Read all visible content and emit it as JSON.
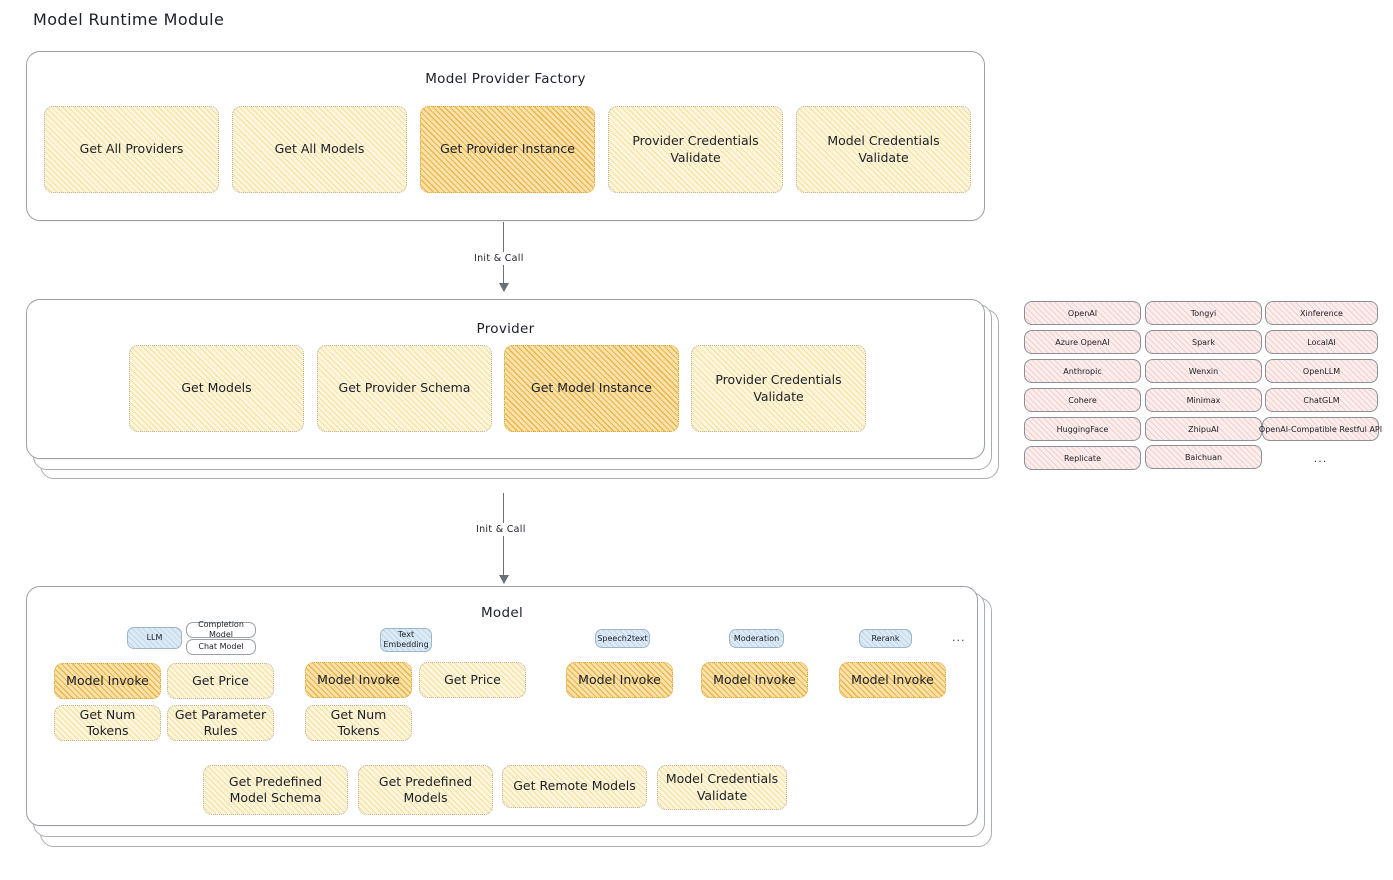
{
  "page": {
    "title": "Model Runtime Module"
  },
  "factory": {
    "title": "Model Provider Factory",
    "nodes": [
      {
        "label": "Get All Providers",
        "highlighted": false
      },
      {
        "label": "Get All Models",
        "highlighted": false
      },
      {
        "label": "Get Provider Instance",
        "highlighted": true
      },
      {
        "label": "Provider Credentials Validate",
        "highlighted": false
      },
      {
        "label": "Model Credentials Validate",
        "highlighted": false
      }
    ]
  },
  "connectors": [
    {
      "label": "Init & Call"
    },
    {
      "label": "Init & Call"
    }
  ],
  "provider": {
    "title": "Provider",
    "nodes": [
      {
        "label": "Get Models",
        "highlighted": false
      },
      {
        "label": "Get Provider Schema",
        "highlighted": false
      },
      {
        "label": "Get Model Instance",
        "highlighted": true
      },
      {
        "label": "Provider Credentials Validate",
        "highlighted": false
      }
    ]
  },
  "provider_list": {
    "columns": [
      [
        "OpenAI",
        "Azure OpenAI",
        "Anthropic",
        "Cohere",
        "HuggingFace",
        "Replicate"
      ],
      [
        "Tongyi",
        "Spark",
        "Wenxin",
        "Minimax",
        "ZhipuAI",
        "Baichuan"
      ],
      [
        "Xinference",
        "LocalAI",
        "OpenLLM",
        "ChatGLM",
        "OpenAI-Compatible Restful API"
      ]
    ],
    "more_label": "..."
  },
  "model": {
    "title": "Model",
    "more_label": "...",
    "types": [
      {
        "badge": "LLM",
        "badge_style": "blue",
        "sub_badges": [
          "Completion Model",
          "Chat Model"
        ],
        "methods": [
          {
            "label": "Model Invoke",
            "highlighted": true
          },
          {
            "label": "Get Price",
            "highlighted": false
          },
          {
            "label": "Get Num Tokens",
            "highlighted": false
          },
          {
            "label": "Get Parameter Rules",
            "highlighted": false
          }
        ]
      },
      {
        "badge": "Text Embedding",
        "badge_style": "blue",
        "sub_badges": [],
        "methods": [
          {
            "label": "Model Invoke",
            "highlighted": true
          },
          {
            "label": "Get Price",
            "highlighted": false
          },
          {
            "label": "Get Num Tokens",
            "highlighted": false
          }
        ]
      },
      {
        "badge": "Speech2text",
        "badge_style": "blue",
        "sub_badges": [],
        "methods": [
          {
            "label": "Model Invoke",
            "highlighted": true
          }
        ]
      },
      {
        "badge": "Moderation",
        "badge_style": "blue",
        "sub_badges": [],
        "methods": [
          {
            "label": "Model Invoke",
            "highlighted": true
          }
        ]
      },
      {
        "badge": "Rerank",
        "badge_style": "blue",
        "sub_badges": [],
        "methods": [
          {
            "label": "Model Invoke",
            "highlighted": true
          }
        ]
      }
    ],
    "shared_methods": [
      {
        "label": "Get Predefined Model Schema",
        "highlighted": false
      },
      {
        "label": "Get Predefined Models",
        "highlighted": false
      },
      {
        "label": "Get Remote Models",
        "highlighted": false
      },
      {
        "label": "Model Credentials Validate",
        "highlighted": false
      }
    ]
  },
  "colors": {
    "node_fill": "#fdf6dd",
    "node_fill_highlight": "#fbe2ad",
    "badge_blue": "#dceaf6",
    "chip_pink": "#fdeeee",
    "stroke": "#9aa0a6"
  }
}
